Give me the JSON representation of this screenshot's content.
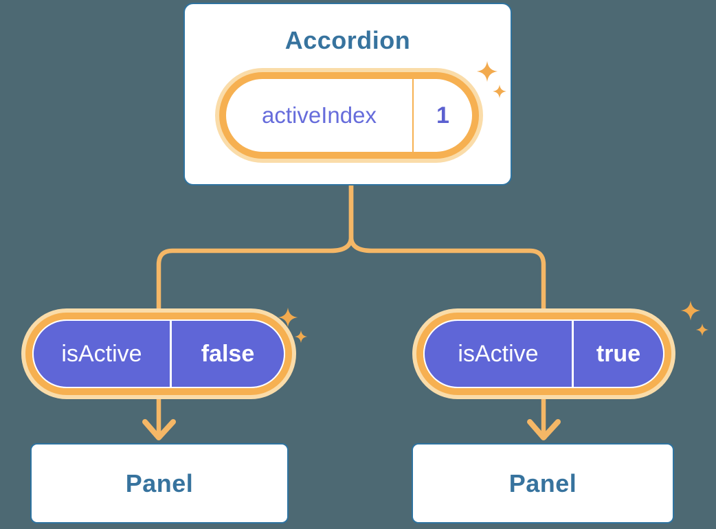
{
  "diagram": {
    "description": "Component tree showing lifted state: Accordion holds activeIndex and passes isActive props to two Panels",
    "root": {
      "title": "Accordion",
      "state": {
        "name": "activeIndex",
        "value": "1"
      }
    },
    "children": [
      {
        "prop": {
          "name": "isActive",
          "value": "false"
        },
        "panel_label": "Panel"
      },
      {
        "prop": {
          "name": "isActive",
          "value": "true"
        },
        "panel_label": "Panel"
      }
    ],
    "colors": {
      "background": "#4D6973",
      "card_fill": "#FFFFFF",
      "card_border_blue": "#2E73A0",
      "title_text_blue": "#37739E",
      "pill_border_orange": "#F6B051",
      "pill_glow": "#FADCA9",
      "connector_orange": "#F5B766",
      "sparkle_orange": "#F2AA4E",
      "prop_pill_purple": "#5F66D7",
      "state_text_purple": "#666CDB",
      "state_value_purple": "#5B60D0",
      "prop_text_white": "#FFFFFF"
    },
    "icons": [
      {
        "name": "sparkle-icon",
        "meaning": "highlight / state-change glint"
      }
    ]
  }
}
